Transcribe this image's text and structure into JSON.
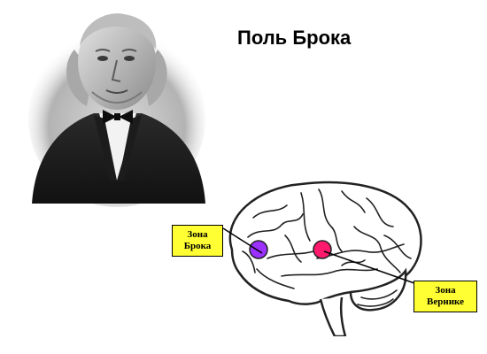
{
  "slide": {
    "title": "Поль Брока"
  },
  "portrait": {
    "subject": "portrait-engraving"
  },
  "diagram": {
    "zones": [
      {
        "line1": "Зона",
        "line2": "Брока",
        "color": "#9b30ff"
      },
      {
        "line1": "Зона",
        "line2": "Вернике",
        "color": "#ff1a6e"
      }
    ],
    "label_background": "#ffff33"
  }
}
